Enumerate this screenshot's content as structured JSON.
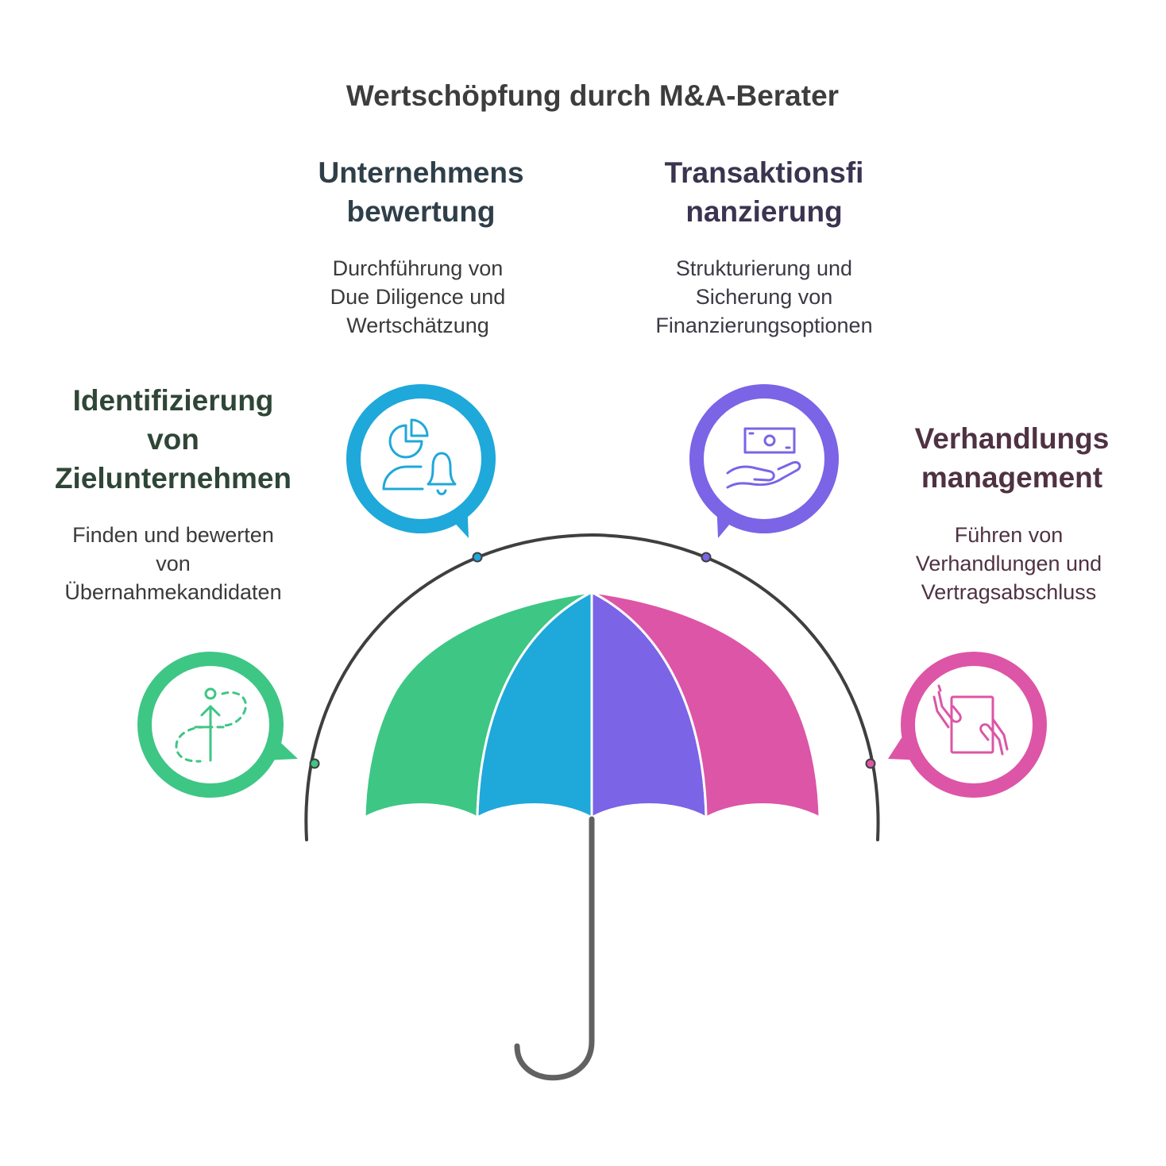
{
  "title": "Wertschöpfung durch M&A-Berater",
  "colors": {
    "green": "#3ec685",
    "blue": "#1fa8da",
    "purple": "#7b64e6",
    "pink": "#dd55a6",
    "arc": "#3f3f3f",
    "handle": "#616161"
  },
  "sections": [
    {
      "heading": [
        "Identifizierung",
        "von",
        "Zielunternehmen"
      ],
      "description": [
        "Finden und bewerten",
        "von",
        "Übernahmekandidaten"
      ],
      "icon": "target-search-path-icon",
      "color": "#3ec685"
    },
    {
      "heading": [
        "Unternehmens",
        "bewertung"
      ],
      "description": [
        "Durchführung von",
        "Due Diligence und",
        "Wertschätzung"
      ],
      "icon": "pie-chart-person-bell-icon",
      "color": "#1fa8da"
    },
    {
      "heading": [
        "Transaktionsfi",
        "nanzierung"
      ],
      "description": [
        "Strukturierung und",
        "Sicherung von",
        "Finanzierungsoptionen"
      ],
      "icon": "money-hand-icon",
      "color": "#7b64e6"
    },
    {
      "heading": [
        "Verhandlungs",
        "management"
      ],
      "description": [
        "Führen von",
        "Verhandlungen und",
        "Vertragsabschluss"
      ],
      "icon": "hands-document-icon",
      "color": "#dd55a6"
    }
  ]
}
